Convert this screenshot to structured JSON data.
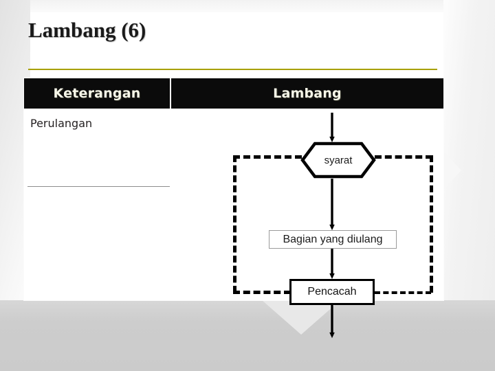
{
  "slide": {
    "title": "Lambang (6)",
    "accent_rule_color": "#a8a000",
    "background_color": "#ffffff",
    "bottom_band_color": "#cdcdcd"
  },
  "table": {
    "header_background": "#0b0b0b",
    "header_text_color": "#f7f7e9",
    "columns": [
      {
        "key": "keterangan",
        "label": "Keterangan"
      },
      {
        "key": "lambang",
        "label": "Lambang"
      }
    ],
    "rows": [
      {
        "keterangan": "Perulangan"
      }
    ]
  },
  "flowchart": {
    "type": "loop-construct",
    "nodes": [
      {
        "id": "syarat",
        "shape": "hexagon",
        "label": "syarat",
        "role": "condition",
        "border": "thick-black"
      },
      {
        "id": "bagian",
        "shape": "rectangle",
        "label": "Bagian yang diulang",
        "role": "process",
        "border": "thin-gray"
      },
      {
        "id": "pencacah",
        "shape": "rectangle",
        "label": "Pencacah",
        "role": "counter",
        "border": "thick-black"
      }
    ],
    "edges": [
      {
        "from": "entry",
        "to": "syarat",
        "style": "solid",
        "arrow": true
      },
      {
        "from": "syarat",
        "to": "bagian",
        "style": "solid",
        "arrow": true
      },
      {
        "from": "bagian",
        "to": "pencacah",
        "style": "solid",
        "arrow": true
      },
      {
        "from": "pencacah",
        "to": "exit",
        "style": "solid",
        "arrow": true
      },
      {
        "from": "syarat",
        "to": "loop-left",
        "style": "dashed",
        "arrow": false
      },
      {
        "from": "syarat",
        "to": "loop-right",
        "style": "dashed",
        "arrow": false
      },
      {
        "from": "loop-left",
        "to": "pencacah",
        "style": "dashed",
        "arrow": false
      },
      {
        "from": "loop-right",
        "to": "pencacah",
        "style": "dashed",
        "arrow": false
      }
    ]
  },
  "decor": {
    "chevron_right": "chevron-right-icon",
    "chevron_down": "chevron-down-icon"
  }
}
